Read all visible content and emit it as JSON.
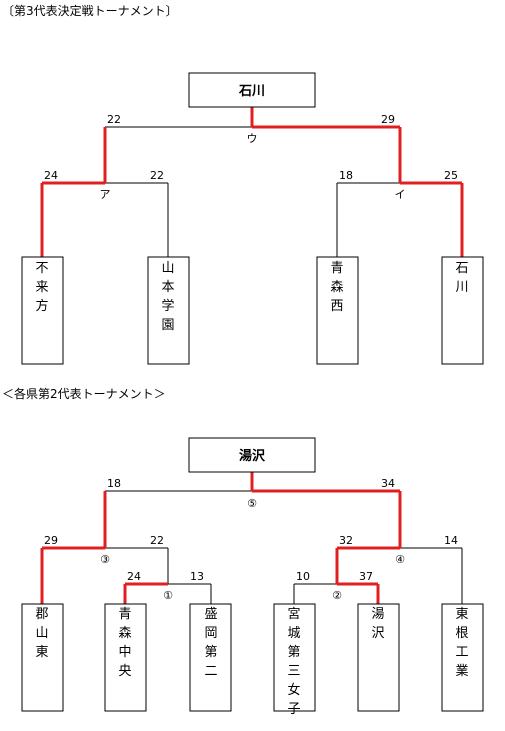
{
  "sections": [
    {
      "title": "〔第3代表決定戦トーナメント〕",
      "champion": "石川",
      "matches": [
        {
          "label": "ア",
          "left_score": "24",
          "right_score": "22"
        },
        {
          "label": "イ",
          "left_score": "18",
          "right_score": "25"
        },
        {
          "label": "ウ",
          "left_score": "22",
          "right_score": "29"
        }
      ],
      "teams": [
        {
          "name": "不来方"
        },
        {
          "name": "山本学園"
        },
        {
          "name": "青森西"
        },
        {
          "name": "石川"
        }
      ]
    },
    {
      "title": "＜各県第2代表トーナメント＞",
      "champion": "湯沢",
      "matches": [
        {
          "label": "①",
          "left_score": "24",
          "right_score": "13"
        },
        {
          "label": "②",
          "left_score": "10",
          "right_score": "37"
        },
        {
          "label": "③",
          "left_score": "29",
          "right_score": "22"
        },
        {
          "label": "④",
          "left_score": "32",
          "right_score": "14"
        },
        {
          "label": "⑤",
          "left_score": "18",
          "right_score": "34"
        }
      ],
      "teams": [
        {
          "name": "郡山東"
        },
        {
          "name": "青森中央"
        },
        {
          "name": "盛岡第二"
        },
        {
          "name": "宮城第三女子"
        },
        {
          "name": "湯沢"
        },
        {
          "name": "東根工業"
        }
      ]
    }
  ],
  "colors": {
    "win_line": "#e02020",
    "line": "#000000"
  }
}
